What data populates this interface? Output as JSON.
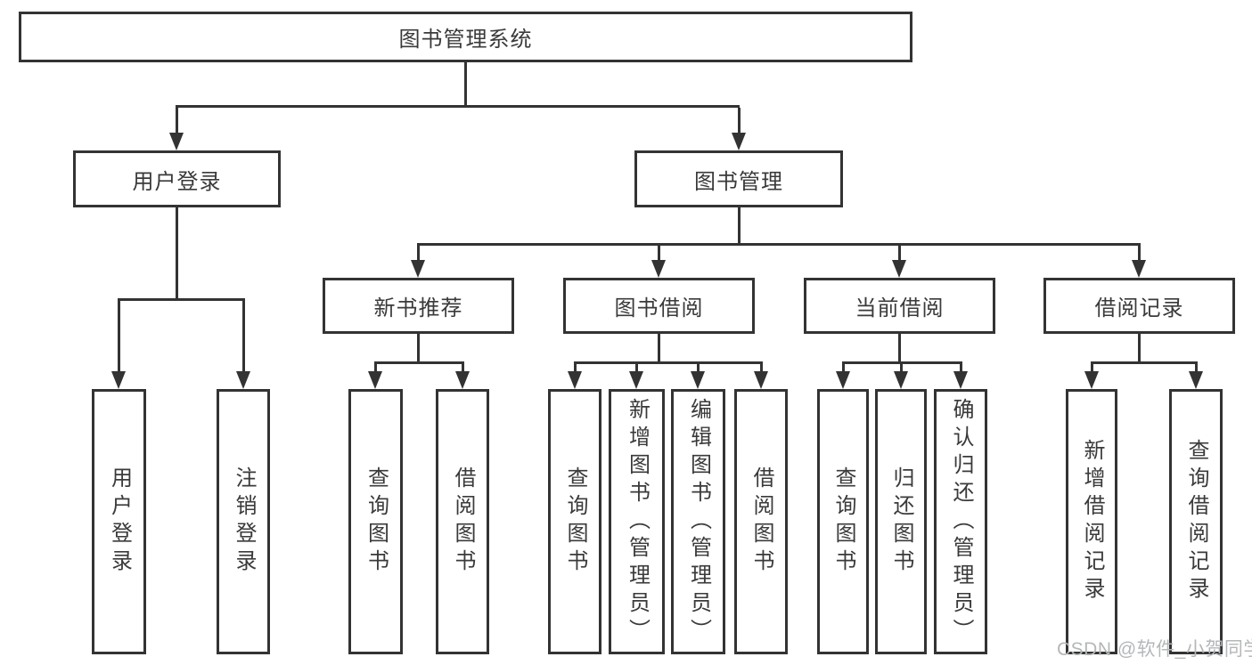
{
  "colors": {
    "line": "#333333",
    "boxborder": "#333333",
    "text": "#3a3a3a",
    "watermark": "#b4b7ba",
    "bg": "#ffffff"
  },
  "tree": {
    "label": "图书管理系统",
    "children": [
      {
        "label": "用户登录",
        "children": [
          {
            "label": "用户登录"
          },
          {
            "label": "注销登录"
          }
        ]
      },
      {
        "label": "图书管理",
        "children": [
          {
            "label": "新书推荐",
            "children": [
              {
                "label": "查询图书"
              },
              {
                "label": "借阅图书"
              }
            ]
          },
          {
            "label": "图书借阅",
            "children": [
              {
                "label": "查询图书"
              },
              {
                "label": "新增图书（管理员）"
              },
              {
                "label": "编辑图书（管理员）"
              },
              {
                "label": "借阅图书"
              }
            ]
          },
          {
            "label": "当前借阅",
            "children": [
              {
                "label": "查询图书"
              },
              {
                "label": "归还图书"
              },
              {
                "label": "确认归还（管理员）"
              }
            ]
          },
          {
            "label": "借阅记录",
            "children": [
              {
                "label": "新增借阅记录"
              },
              {
                "label": "查询借阅记录"
              }
            ]
          }
        ]
      }
    ]
  },
  "watermark": "CSDN @软件_小贺同学"
}
